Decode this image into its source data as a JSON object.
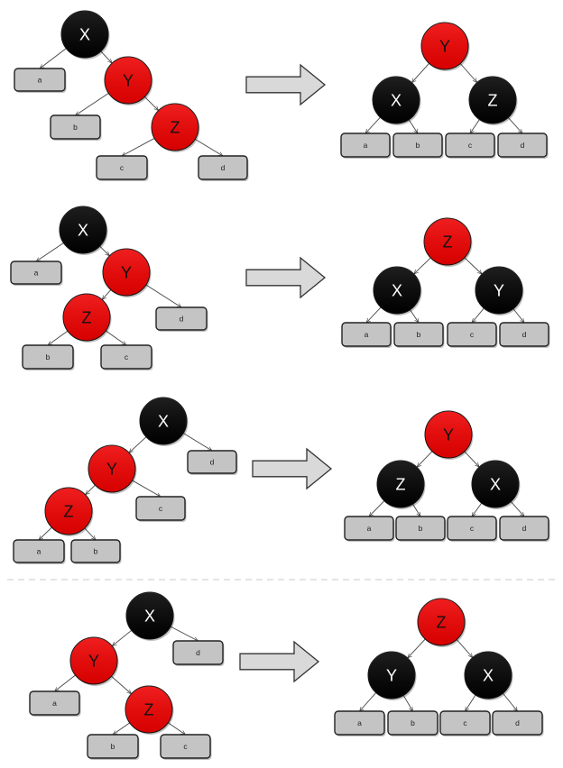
{
  "colors": {
    "black_node": "#000000",
    "red_node": "#ee0000",
    "leaf_fill": "#c4c4c4",
    "leaf_stroke": "#222222",
    "arrow_fill": "#d9d9d9",
    "arrow_stroke": "#333333",
    "divider": "#c8c8c8"
  },
  "diagrams": [
    {
      "before": {
        "nodes": [
          {
            "label": "X",
            "color": "black"
          },
          {
            "label": "Y",
            "color": "red"
          },
          {
            "label": "Z",
            "color": "red"
          }
        ],
        "leaves": [
          "a",
          "b",
          "c",
          "d"
        ]
      },
      "after": {
        "nodes": [
          {
            "label": "Y",
            "color": "red"
          },
          {
            "label": "X",
            "color": "black"
          },
          {
            "label": "Z",
            "color": "black"
          }
        ],
        "leaves": [
          "a",
          "b",
          "c",
          "d"
        ]
      }
    },
    {
      "before": {
        "nodes": [
          {
            "label": "X",
            "color": "black"
          },
          {
            "label": "Y",
            "color": "red"
          },
          {
            "label": "Z",
            "color": "red"
          }
        ],
        "leaves": [
          "a",
          "d",
          "b",
          "c"
        ]
      },
      "after": {
        "nodes": [
          {
            "label": "Z",
            "color": "red"
          },
          {
            "label": "X",
            "color": "black"
          },
          {
            "label": "Y",
            "color": "black"
          }
        ],
        "leaves": [
          "a",
          "b",
          "c",
          "d"
        ]
      }
    },
    {
      "before": {
        "nodes": [
          {
            "label": "X",
            "color": "black"
          },
          {
            "label": "Y",
            "color": "red"
          },
          {
            "label": "Z",
            "color": "red"
          }
        ],
        "leaves": [
          "d",
          "c",
          "a",
          "b"
        ]
      },
      "after": {
        "nodes": [
          {
            "label": "Y",
            "color": "red"
          },
          {
            "label": "Z",
            "color": "black"
          },
          {
            "label": "X",
            "color": "black"
          }
        ],
        "leaves": [
          "a",
          "b",
          "c",
          "d"
        ]
      }
    },
    {
      "before": {
        "nodes": [
          {
            "label": "X",
            "color": "black"
          },
          {
            "label": "Y",
            "color": "red"
          },
          {
            "label": "Z",
            "color": "red"
          }
        ],
        "leaves": [
          "d",
          "a",
          "b",
          "c"
        ]
      },
      "after": {
        "nodes": [
          {
            "label": "Z",
            "color": "red"
          },
          {
            "label": "Y",
            "color": "black"
          },
          {
            "label": "X",
            "color": "black"
          }
        ],
        "leaves": [
          "a",
          "b",
          "c",
          "d"
        ]
      }
    }
  ]
}
